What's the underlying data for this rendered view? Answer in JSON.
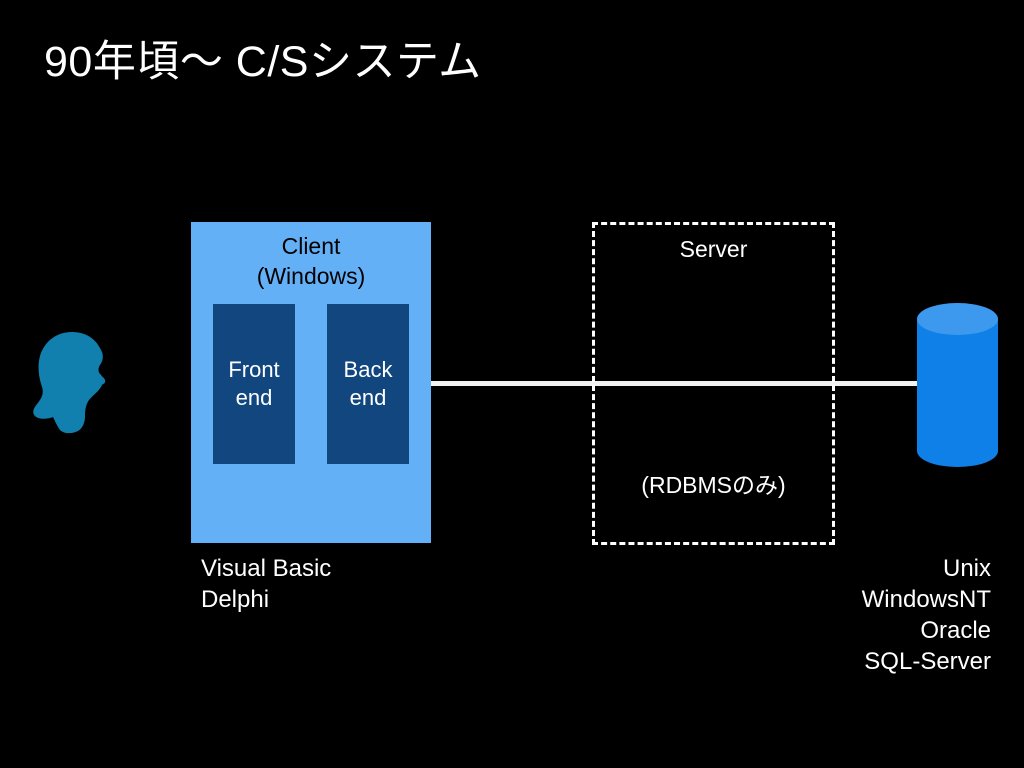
{
  "slide": {
    "title": "90年頃〜 C/Sシステム",
    "background_color": "#000000",
    "text_color": "#ffffff"
  },
  "actor": {
    "icon": "person-head-silhouette-icon",
    "color": "#1280ae"
  },
  "client": {
    "title_line1": "Client",
    "title_line2": "(Windows)",
    "box_color": "#63b0f7",
    "title_color": "#000000",
    "components": [
      {
        "name": "front-end",
        "line1": "Front",
        "line2": "end",
        "color": "#11467f"
      },
      {
        "name": "back-end",
        "line1": "Back",
        "line2": "end",
        "color": "#11467f"
      }
    ],
    "caption_lines": [
      "Visual Basic",
      "Delphi"
    ]
  },
  "server": {
    "title": "Server",
    "subtitle": "(RDBMSのみ)",
    "border_style": "dashed",
    "border_color": "#ffffff",
    "caption_lines": [
      "Unix",
      "WindowsNT",
      "Oracle",
      "SQL-Server"
    ]
  },
  "database": {
    "icon": "database-cylinder-icon",
    "body_color": "#0f80e8",
    "top_color": "#3d99ee"
  },
  "connector": {
    "name": "network-link",
    "color": "#f2f2f2"
  }
}
